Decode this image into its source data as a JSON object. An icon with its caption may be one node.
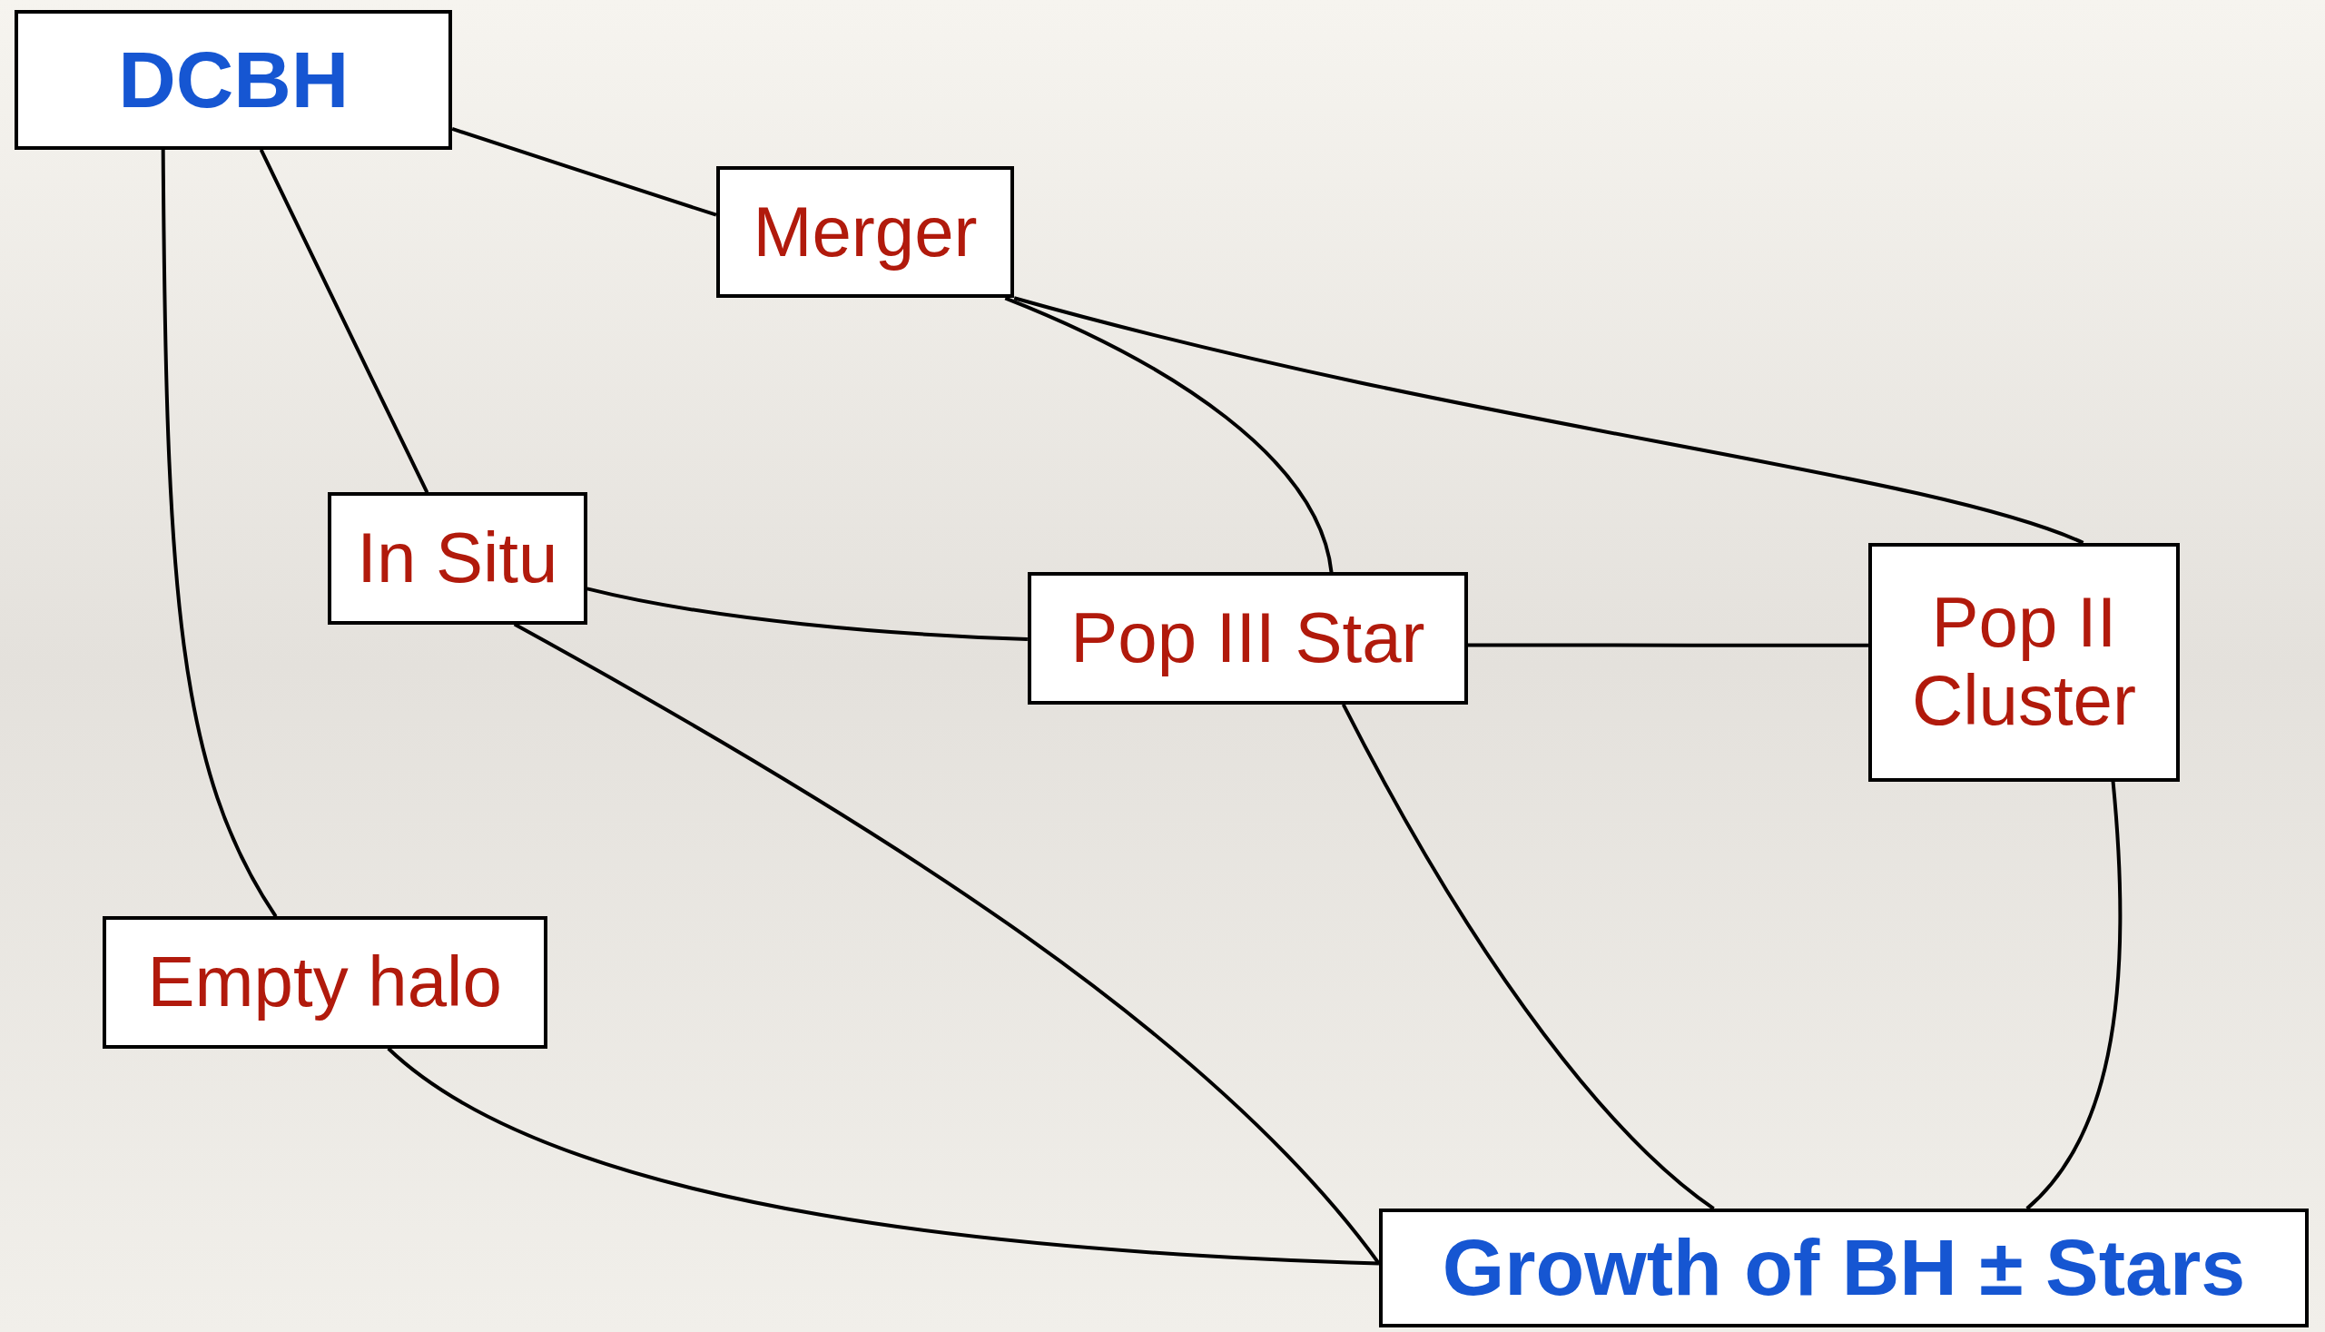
{
  "diagram": {
    "nodes": [
      {
        "text": [
          "DCBH"
        ]
      },
      {
        "text": [
          "Merger"
        ]
      },
      {
        "text": [
          "In Situ"
        ]
      },
      {
        "text": [
          "Pop III Star"
        ]
      },
      {
        "text": [
          "Pop II Cluster"
        ]
      },
      {
        "text": [
          "Empty halo"
        ]
      },
      {
        "text": [
          "Growth of BH ± Stars"
        ]
      }
    ],
    "edges": [
      {
        "from": 0,
        "to": 1,
        "arrow": "none"
      },
      {
        "from": 0,
        "to": 2,
        "arrow": "none"
      },
      {
        "from": 0,
        "to": 5,
        "arrow": "none"
      },
      {
        "from": 1,
        "to": 3,
        "arrow": "none"
      },
      {
        "from": 1,
        "to": 4,
        "arrow": "none"
      },
      {
        "from": 2,
        "to": 3,
        "arrow": "none"
      },
      {
        "from": 2,
        "to": 6,
        "arrow": "none"
      },
      {
        "from": 3,
        "to": 4,
        "arrow": "none"
      },
      {
        "from": 3,
        "to": 6,
        "arrow": "none"
      },
      {
        "from": 4,
        "to": 6,
        "arrow": "none"
      },
      {
        "from": 5,
        "to": 6,
        "arrow": "none"
      }
    ]
  }
}
